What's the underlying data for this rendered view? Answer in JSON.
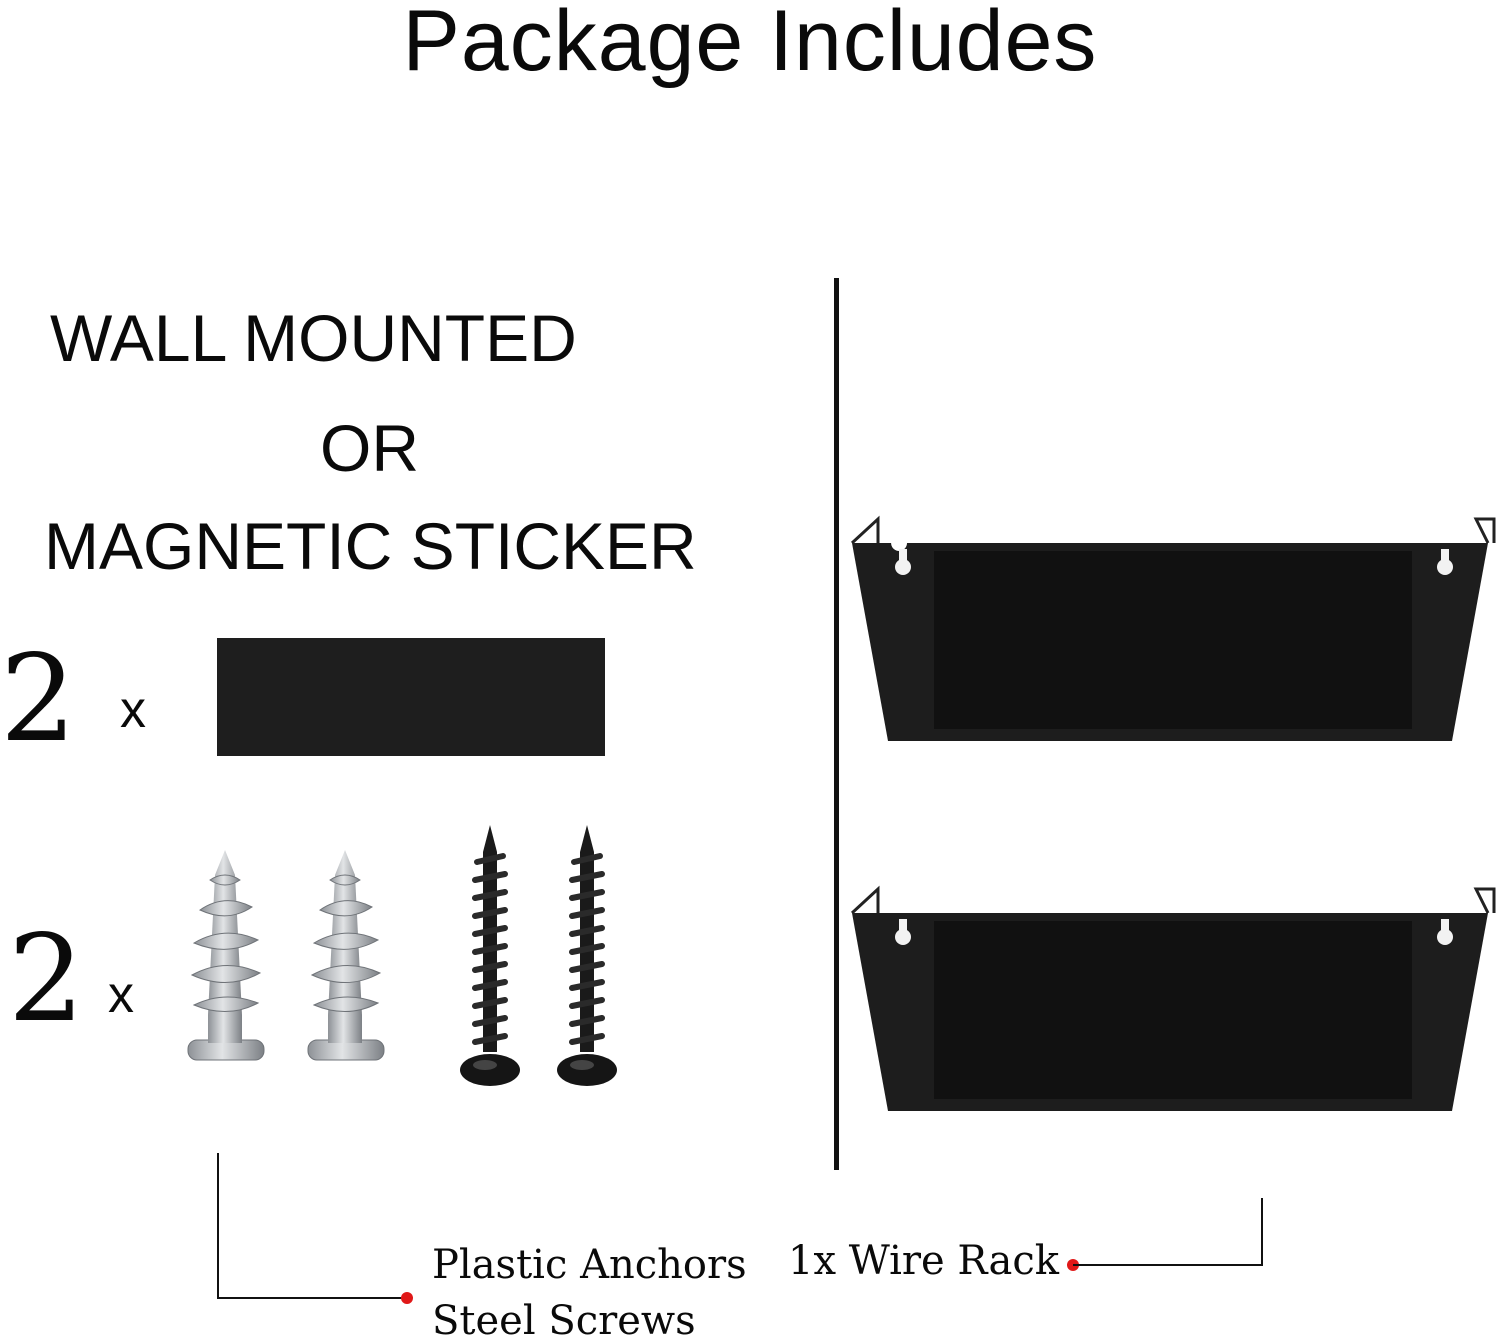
{
  "title": "Package Includes",
  "left": {
    "line1": "WALL MOUNTED",
    "line2": "OR",
    "line3": "MAGNETIC STICKER"
  },
  "rows": [
    {
      "qty": "2",
      "times": "x",
      "item": "magnetic-sticker"
    },
    {
      "qty": "2",
      "times": "x",
      "item": "anchors-and-screws"
    }
  ],
  "captions": {
    "anchors_line1": "Plastic Anchors",
    "anchors_line2": "Steel Screws",
    "rack": "1x Wire Rack"
  },
  "colors": {
    "accent_dot": "#e01818",
    "product_black": "#1c1c1c",
    "anchor_silver": "#b8bcc0"
  }
}
